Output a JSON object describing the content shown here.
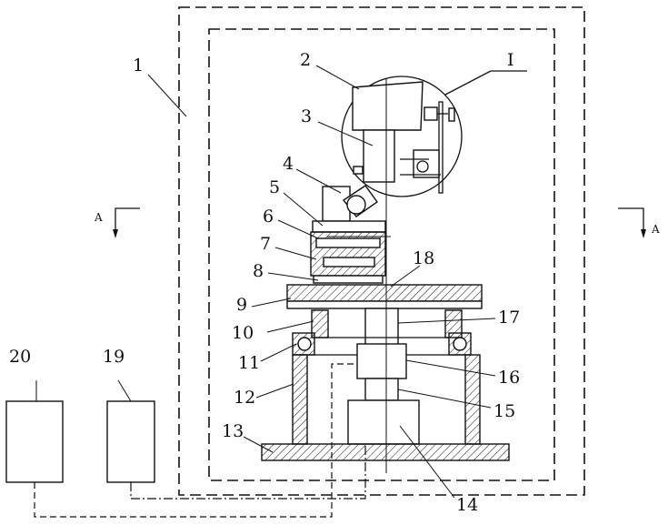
{
  "labels": {
    "l1": "1",
    "l2": "2",
    "l3": "3",
    "l4": "4",
    "l5": "5",
    "l6": "6",
    "l7": "7",
    "l8": "8",
    "l9": "9",
    "l10": "10",
    "l11": "11",
    "l12": "12",
    "l13": "13",
    "l14": "14",
    "l15": "15",
    "l16": "16",
    "l17": "17",
    "l18": "18",
    "l19": "19",
    "l20": "20"
  },
  "section": {
    "left": "A",
    "right": "A"
  },
  "detail": "I"
}
